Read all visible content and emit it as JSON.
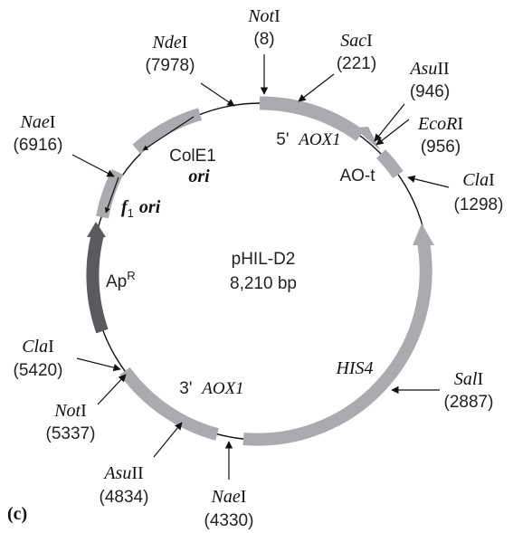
{
  "panel_label": "(c)",
  "plasmid": {
    "name": "pHIL-D2",
    "size": "8,210 bp"
  },
  "features": {
    "aox1_5": {
      "num": "5'",
      "gene": "AOX1"
    },
    "ao_t": {
      "a": "AO",
      "b": "-t"
    },
    "his4": "HIS4",
    "aox1_3": {
      "num": "3'",
      "gene": "AOX1"
    },
    "apr": {
      "base": "Ap",
      "sup": "R"
    },
    "cole1": {
      "line1": "ColE1",
      "line2": "ori"
    },
    "f1": {
      "f": "f",
      "sub": "1",
      "ori": "ori"
    }
  },
  "sites": {
    "noti_top": {
      "it": "Not",
      "rn": "I",
      "pos": "(8)"
    },
    "saci": {
      "it": "Sac",
      "rn": "I",
      "pos": "(221)"
    },
    "asuii_top": {
      "it": "Asu",
      "rn": "II",
      "pos": "(946)"
    },
    "ecori": {
      "it": "EcoR",
      "rn": "I",
      "pos": "(956)"
    },
    "clai_top": {
      "it": "Cla",
      "rn": "I",
      "pos": "(1298)"
    },
    "sali": {
      "it": "Sal",
      "rn": "I",
      "pos": "(2887)"
    },
    "naei_bot": {
      "it": "Nae",
      "rn": "I",
      "pos": "(4330)"
    },
    "asuii_bot": {
      "it": "Asu",
      "rn": "II",
      "pos": "(4834)"
    },
    "noti_bot": {
      "it": "Not",
      "rn": "I",
      "pos": "(5337)"
    },
    "clai_bot": {
      "it": "Cla",
      "rn": "I",
      "pos": "(5420)"
    },
    "naei_left": {
      "it": "Nae",
      "rn": "I",
      "pos": "(6916)"
    },
    "ndei": {
      "it": "Nde",
      "rn": "I",
      "pos": "(7978)"
    }
  },
  "colors": {
    "feature_light": "#a9abae",
    "feature_dark": "#5a5b5e",
    "line": "#111111"
  }
}
